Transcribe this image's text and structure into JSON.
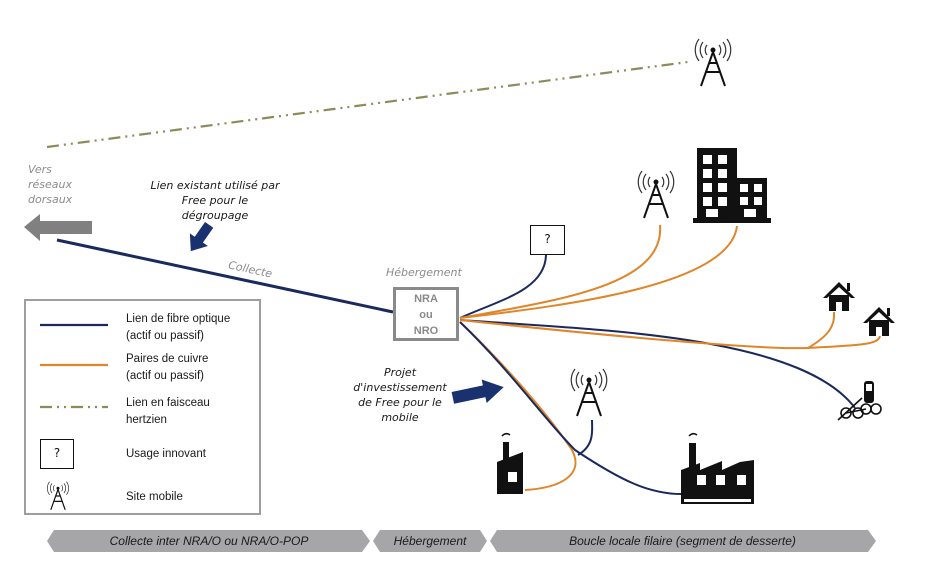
{
  "colors": {
    "fiber": "#1b2a5c",
    "copper": "#e0852a",
    "radio": "#8c8b5a",
    "arrow_navy": "#1a3170",
    "arrow_grey": "#808080",
    "band": "#a6a6a8",
    "box_border": "#8a8a8a"
  },
  "labels": {
    "backbone": "Vers\nréseaux\ndorsaux",
    "existing_link": "Lien existant utilisé par\nFree pour le\ndégroupage",
    "collecte": "Collecte",
    "hebergement_top": "Hébergement",
    "nra_box": [
      "NRA",
      "ou",
      "NRO"
    ],
    "investment": "Projet\nd'investissement\nde Free pour le\nmobile",
    "question_mark": "?"
  },
  "legend": {
    "items": [
      {
        "symbol": "fiber-line",
        "text": "Lien de fibre optique\n(actif ou passif)"
      },
      {
        "symbol": "copper-line",
        "text": "Paires de cuivre\n(actif ou passif)"
      },
      {
        "symbol": "radio-line",
        "text": "Lien en faisceau\nhertzien"
      },
      {
        "symbol": "question-box",
        "text": "Usage innovant",
        "box_text": "?"
      },
      {
        "symbol": "antenna-icon",
        "text": "Site mobile"
      }
    ]
  },
  "bands": [
    {
      "label": "Collecte inter NRA/O ou NRA/O-POP"
    },
    {
      "label": "Hébergement"
    },
    {
      "label": "Boucle locale filaire (segment de desserte)"
    }
  ],
  "icons": [
    "antenna-icon",
    "building-icon",
    "house-icon",
    "house-icon",
    "mobile-phone-icon",
    "bicycle-icon",
    "factory-small-icon",
    "factory-large-icon"
  ]
}
